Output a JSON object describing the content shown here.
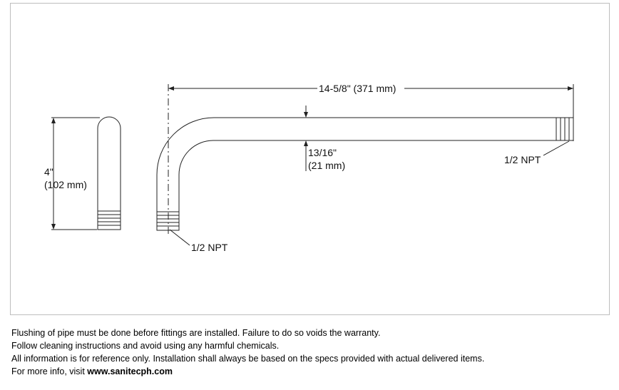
{
  "diagram": {
    "dim_length": "14-5/8\" (371 mm)",
    "dim_height_in": "4\"",
    "dim_height_mm": "(102 mm)",
    "dim_diameter_in": "13/16\"",
    "dim_diameter_mm": "(21 mm)",
    "thread_label_left": "1/2 NPT",
    "thread_label_right": "1/2 NPT"
  },
  "notes": {
    "line1": "Flushing of pipe must be done before fittings are installed. Failure to do so voids the warranty.",
    "line2": "Follow cleaning instructions and avoid using any harmful chemicals.",
    "line3": "All information is for reference only. Installation shall always be based on the specs provided with actual delivered items.",
    "line4_prefix": "For more info, visit ",
    "line4_link": "www.sanitecph.com"
  }
}
